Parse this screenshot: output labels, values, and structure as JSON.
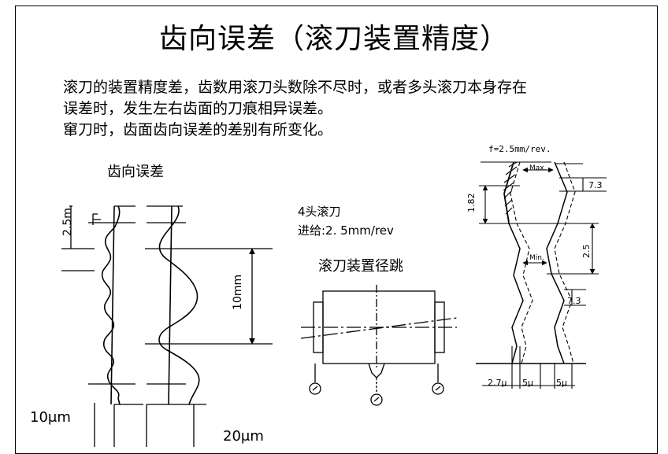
{
  "title": "齿向误差（滚刀装置精度）",
  "paragraph": {
    "line1": "滚刀的装置精度差，齿数用滚刀头数除不尽时，或者多头滚刀本身存在",
    "line2": "误差时，发生左右齿面的刀痕相异误差。",
    "line3": "窜刀时，齿面齿向误差的差别有所变化。"
  },
  "left_diagram": {
    "heading": "齿向误差",
    "dim_top": "2.5m",
    "dim_mid": "10mm",
    "scale_left": "10μm",
    "scale_right": "20μm"
  },
  "mid_diagram": {
    "line1": "4头滚刀",
    "line2": "进给:2. 5mm/rev",
    "heading": "滚刀装置径跳"
  },
  "right_diagram": {
    "feed_label": "f=2.5mm/rev.",
    "max_label": "Max.",
    "min_label": "Min.",
    "dim_7_3_top": "7.3",
    "dim_7_3_mid": "7.3",
    "dim_1_82": "1.82",
    "dim_2_5": "2.5",
    "dim_2_7": "2.7μ",
    "dim_5a": "5μ",
    "dim_5b": "5μ"
  }
}
